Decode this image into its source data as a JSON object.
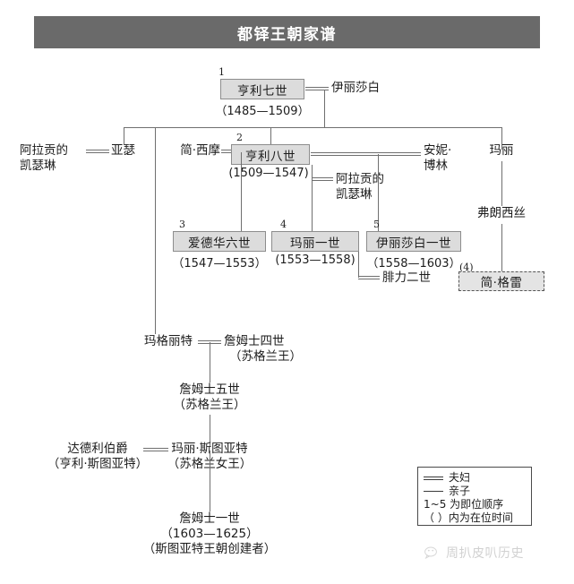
{
  "header": {
    "title": "都铎王朝家谱"
  },
  "tree": {
    "henry7": {
      "ordinal": "1",
      "name": "亨利七世",
      "reign": "（1485—1509）",
      "spouse": "伊丽莎白"
    },
    "generation2": {
      "arthur": {
        "name": "亚瑟",
        "spouse_line1": "阿拉贡的",
        "spouse_line2": "凯瑟琳"
      },
      "margaret": {
        "name": "玛格丽特"
      },
      "henry8": {
        "ordinal": "2",
        "name": "亨利八世",
        "reign": "(1509—1547)",
        "spouse_left": "简·西摩",
        "spouse_right_line1": "安妮·",
        "spouse_right_line2": "博林",
        "spouse_lower_line1": "阿拉贡的",
        "spouse_lower_line2": "凯瑟琳"
      },
      "mary_tudor": {
        "name": "玛丽"
      }
    },
    "generation3": {
      "edward6": {
        "ordinal": "3",
        "name": "爱德华六世",
        "reign": "（1547—1553）"
      },
      "mary1": {
        "ordinal": "4",
        "name": "玛丽一世",
        "reign": "(1553—1558)",
        "spouse": "腓力二世"
      },
      "elizabeth1": {
        "ordinal": "5",
        "name": "伊丽莎白一世",
        "reign": "（1558—1603）"
      },
      "frances": {
        "name": "弗朗西丝"
      },
      "jane_grey": {
        "ordinal": "(4)",
        "name": "简·格雷"
      }
    },
    "scotland": {
      "james4": {
        "name": "詹姆士四世",
        "title": "（苏格兰王）"
      },
      "james5": {
        "name": "詹姆士五世",
        "title": "（苏格兰王）"
      },
      "darnley": {
        "name": "达德利伯爵",
        "alt": "（亨利·斯图亚特）"
      },
      "mary_stuart": {
        "name": "玛丽·斯图亚特",
        "title": "（苏格兰女王）"
      },
      "james1": {
        "name": "詹姆士一世",
        "reign": "（1603—1625）",
        "note": "（斯图亚特王朝创建者）"
      }
    }
  },
  "legend": {
    "marriage": "夫妇",
    "parentage": "亲子",
    "order_note": "1~5 为即位顺序",
    "reign_note": "（ ）内为在位时间"
  },
  "watermark": {
    "text": "周扒皮叭历史",
    "icon": "wechat-bubble-icon"
  },
  "colors": {
    "title_bar": "#6a6a6a",
    "box_fill": "#dcdcdc",
    "box_border": "#8d8d8d",
    "line": "#6f6f6f",
    "text": "#1c1c1c"
  }
}
